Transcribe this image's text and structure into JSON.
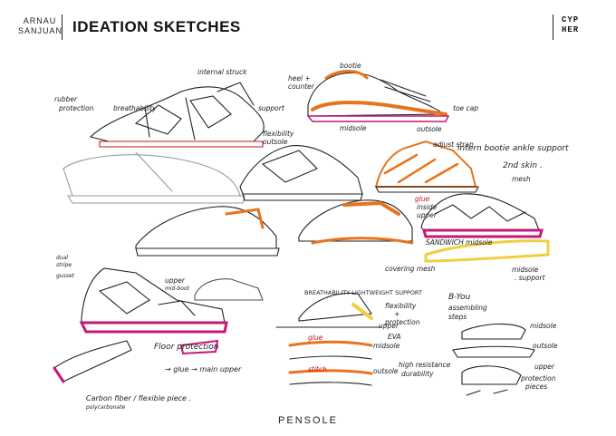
{
  "header": {
    "author_line1": "ARNAU",
    "author_line2": "SANJUAN",
    "title": "IDEATION SKETCHES",
    "brand_line1": "CYP",
    "brand_line2": "HER"
  },
  "annotations": {
    "internal_structure": "internal struck",
    "rubber_protection_1": "rubber",
    "rubber_protection_2": "protection",
    "breathability": "breathability",
    "support": "support",
    "flexibility": "flexibility",
    "outsole_1": "outsole",
    "bootie": "bootie",
    "heel_counter_1": "heel +",
    "heel_counter_2": "counter",
    "toe_cap": "toe cap",
    "midsole_1": "midsole",
    "outsole_2": "outsole",
    "adjust_strap": "adjust strap",
    "intern_bootie": "intern  bootie  ankle support",
    "second_skin": "2nd skin .",
    "mesh": "mesh",
    "glue": "glue",
    "inside_upper_1": "inside",
    "inside_upper_2": "upper",
    "sandwich_midsole": "SANDWICH midsole",
    "covering_mesh": "covering mesh",
    "midsole_support_1": "midsole",
    "midsole_support_2": ". support",
    "dual_stripe_1": "dual",
    "dual_stripe_2": "stripe",
    "dual_stripe_3": "gusset",
    "upper_mid_boot_1": "upper",
    "upper_mid_boot_2": "mid-boot",
    "breathability_lightweight": "BREATHABILITY LIGHTWEIGHT SUPPORT",
    "flexibility_protection_1": "flexibility",
    "flexibility_protection_2": "+",
    "flexibility_protection_3": "protection",
    "upper_2": "upper",
    "glue_2": "glue",
    "eva": "EVA",
    "midsole_2": "midsole",
    "stitch": "stitch",
    "outsole_3": "outsole",
    "high_resistance_1": "high resistance",
    "high_resistance_2": "durability",
    "b_you_1": "B-You",
    "b_you_2": "assembling",
    "b_you_3": "steps",
    "midsole_3": "midsole",
    "outsole_4": "outsole",
    "upper_3": "upper",
    "protection_pieces_1": "protection",
    "protection_pieces_2": "pieces",
    "floor_protection": "Floor protection",
    "glue_main_upper": "→ glue → main upper",
    "carbon_fiber_1": "Carbon fiber / flexible piece .",
    "carbon_fiber_2": "polycarbonate"
  },
  "footer": {
    "brand": "PENSOLE"
  },
  "colors": {
    "orange": "#e8731c",
    "magenta": "#c2197a",
    "yellow": "#f1cf3e",
    "red": "#c9141c",
    "ink": "#222222",
    "grey": "#9a9a9a"
  }
}
